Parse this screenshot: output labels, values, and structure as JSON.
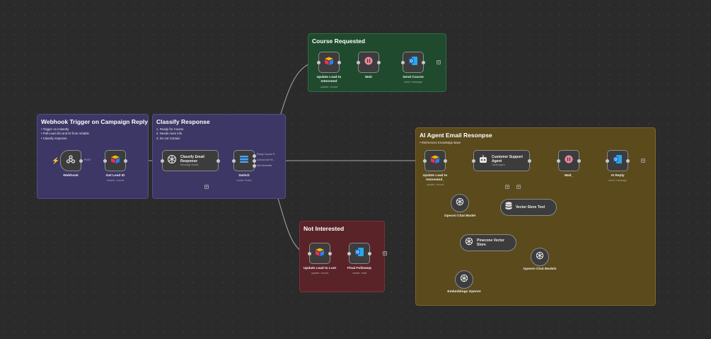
{
  "groups": {
    "course_requested": {
      "title": "Course Requested",
      "color": "#1f4a2e",
      "border": "#2f6b44"
    },
    "webhook_trigger": {
      "title": "Webhook Trigger on Campaign Reply",
      "color": "#3d3766",
      "border": "#544d88",
      "notes": [
        "Trigger on Instantly",
        "Pull Lead info and ID from Airtable",
        "Classify response"
      ]
    },
    "classify": {
      "title": "Classify Response",
      "color": "#3d3766",
      "border": "#544d88",
      "notes": [
        "1. Ready for Course",
        "2. Needs more info",
        "3. Do not Contact"
      ]
    },
    "ai_agent": {
      "title": "AI Agent Email Resonpse",
      "color": "#5a4a1c",
      "border": "#7a6528",
      "notes": [
        "References Knowledge Base"
      ]
    },
    "not_interested": {
      "title": "Not Interested",
      "color": "#5a2328",
      "border": "#7c3037"
    }
  },
  "nodes": {
    "webhook": {
      "label": "Webhook",
      "icon": "webhook-icon"
    },
    "get_lead": {
      "label": "Get Lead ID",
      "sub": "search: record",
      "icon": "airtable-icon"
    },
    "classify_email": {
      "label": "Classify Email Response",
      "sub": "Message Model",
      "icon": "openai-icon"
    },
    "switch": {
      "label": "Switch",
      "sub": "mode: Rules",
      "icon": "switch-icon",
      "outputs": [
        "Ready Course R...",
        "Curious but He...",
        "Not Interested"
      ]
    },
    "update_interested": {
      "label": "Update Lead to Interested",
      "sub": "update: record",
      "icon": "airtable-icon"
    },
    "wait": {
      "label": "Wait",
      "icon": "pause-icon"
    },
    "send_course": {
      "label": "Send Course",
      "sub": "send: message",
      "icon": "outlook-icon"
    },
    "update_lost": {
      "label": "Update Lead to Lost",
      "sub": "update: record",
      "icon": "airtable-icon"
    },
    "final_followup": {
      "label": "Final FollowUp",
      "sub": "create: draft",
      "icon": "outlook-icon"
    },
    "update_interested_2": {
      "label": "Update Lead to Interested_",
      "sub": "update: record",
      "icon": "airtable-icon"
    },
    "support_agent": {
      "label": "Customer Support Agent",
      "sub": "Tools Agent",
      "icon": "robot-icon"
    },
    "wait_2": {
      "label": "Wait_",
      "icon": "pause-icon"
    },
    "ai_reply": {
      "label": "AI Reply",
      "sub": "send: message",
      "icon": "outlook-icon"
    },
    "openai_chat": {
      "label": "OpenAI Chat Model",
      "icon": "openai-icon"
    },
    "vector_tool": {
      "label": "Vector Store Tool",
      "icon": "database-icon"
    },
    "pinecone": {
      "label": "Pinecone Vector Store",
      "icon": "openai-icon"
    },
    "openai_chat_1": {
      "label": "OpenAI Chat Model1",
      "icon": "openai-icon"
    },
    "embeddings": {
      "label": "Embeddings OpenAI",
      "icon": "openai-icon"
    }
  },
  "edge_labels": {
    "webhook_out": "POST"
  },
  "colors": {
    "wire": "#a9a9a9",
    "airtable_blue": "#2d7ff9",
    "airtable_yellow": "#fcb400",
    "airtable_red": "#f82b60",
    "outlook": "#1a6fd1",
    "wait_pink": "#f28ba0"
  }
}
